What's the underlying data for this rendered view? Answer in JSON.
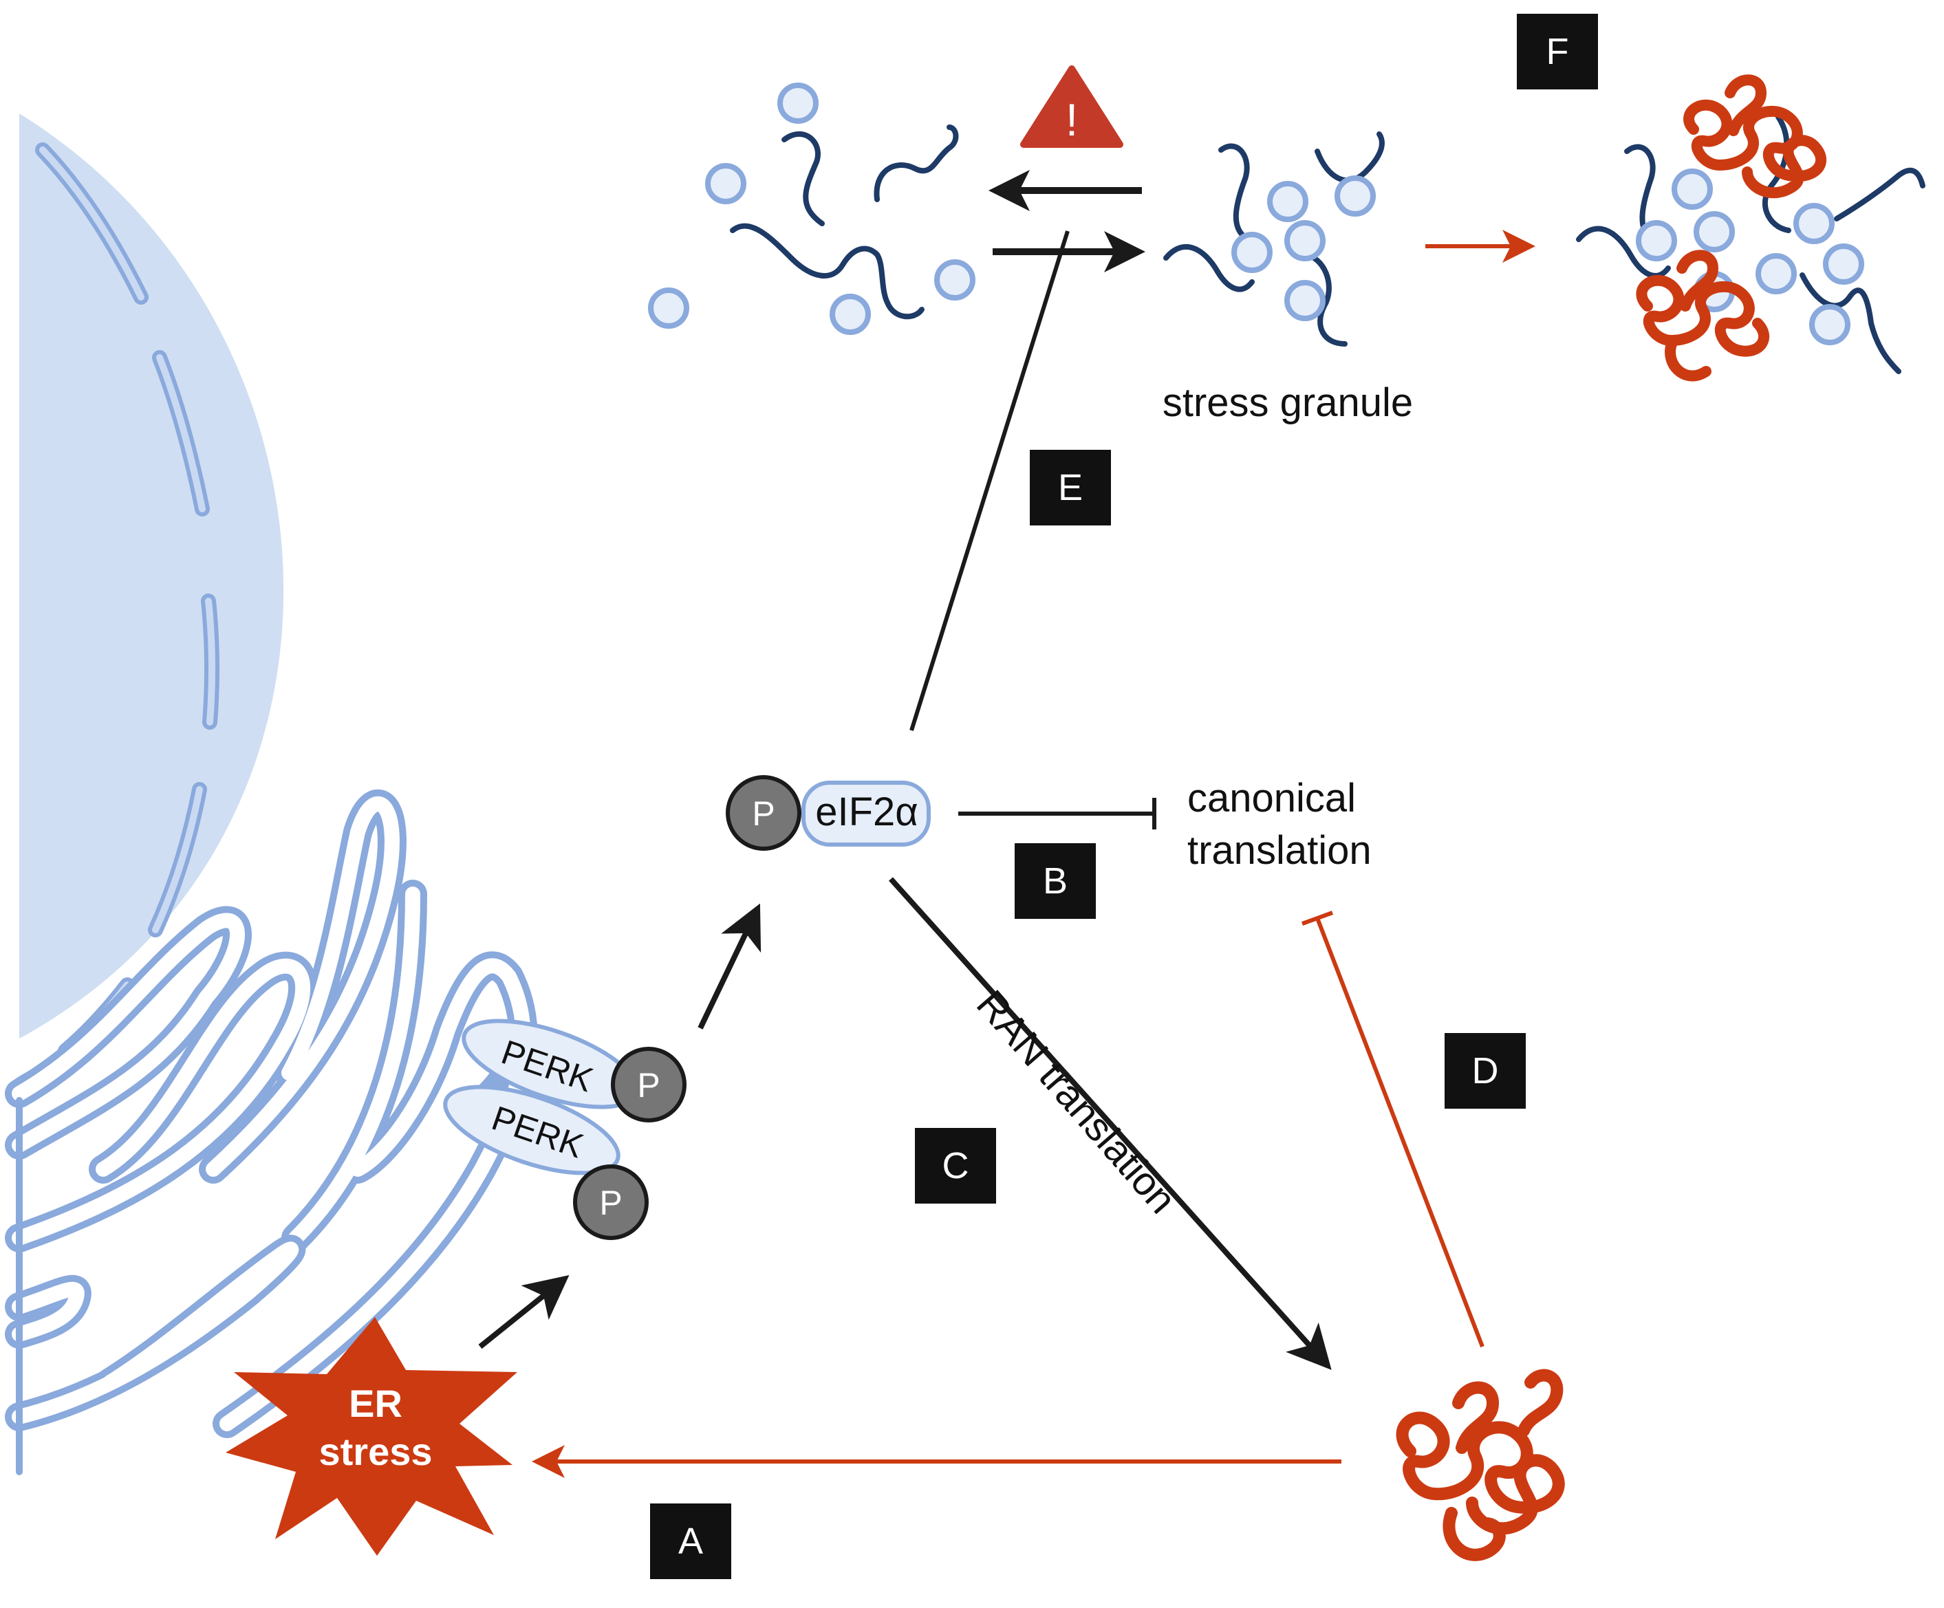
{
  "labels": {
    "stress_granule": "stress granule",
    "canonical_line1": "canonical",
    "canonical_line2": "translation",
    "eif2a": "eIF2α",
    "phospho": "P",
    "perk1": "PERK",
    "perk2": "PERK",
    "ran_translation": "RAN translation",
    "er_line1": "ER",
    "er_line2": "stress",
    "warning_symbol": "!"
  },
  "step_labels": {
    "a": "A",
    "b": "B",
    "c": "C",
    "d": "D",
    "e": "E",
    "f": "F"
  },
  "colors": {
    "nucleus_fill": "#cfdef2",
    "membrane_stroke": "#8aa9dc",
    "membrane_fill": "#c9d9f2",
    "rna": "#1e3a66",
    "protein_particle_fill": "#e6eefa",
    "protein_particle_stroke": "#8aa9dc",
    "toxic_protein": "#cc3a12",
    "er_stress_star": "#cc3a12",
    "warning": "#c43a28",
    "arrow_black": "#1a1a1a",
    "arrow_red": "#cc3a12",
    "phospho_fill": "#767676",
    "label_box": "#111111"
  },
  "icons": [
    "warning-triangle-icon",
    "phosphate-circle-icon",
    "er-stress-star-icon",
    "rna-strand-icon",
    "protein-aggregate-icon"
  ]
}
